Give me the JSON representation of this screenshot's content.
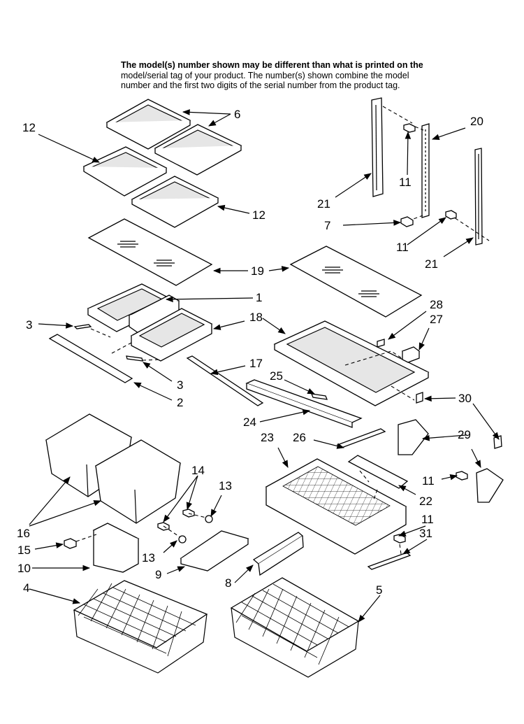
{
  "header": {
    "line1": "The model(s) number shown may be different than what is printed on the",
    "line2": "model/serial tag of your product. The number(s) shown combine the model",
    "line3": "number and the first two digits of the serial number from the product tag."
  },
  "labels": {
    "p1": "1",
    "p2": "2",
    "p3a": "3",
    "p3b": "3",
    "p4": "4",
    "p5": "5",
    "p6": "6",
    "p7": "7",
    "p8": "8",
    "p9": "9",
    "p10": "10",
    "p11a": "11",
    "p11b": "11",
    "p11c": "11",
    "p11d": "11",
    "p12a": "12",
    "p12b": "12",
    "p13a": "13",
    "p13b": "13",
    "p14": "14",
    "p15": "15",
    "p16": "16",
    "p17": "17",
    "p18": "18",
    "p19": "19",
    "p20": "20",
    "p21a": "21",
    "p21b": "21",
    "p22": "22",
    "p23": "23",
    "p24": "24",
    "p25": "25",
    "p26": "26",
    "p27": "27",
    "p28": "28",
    "p29": "29",
    "p30": "30",
    "p31": "31"
  }
}
